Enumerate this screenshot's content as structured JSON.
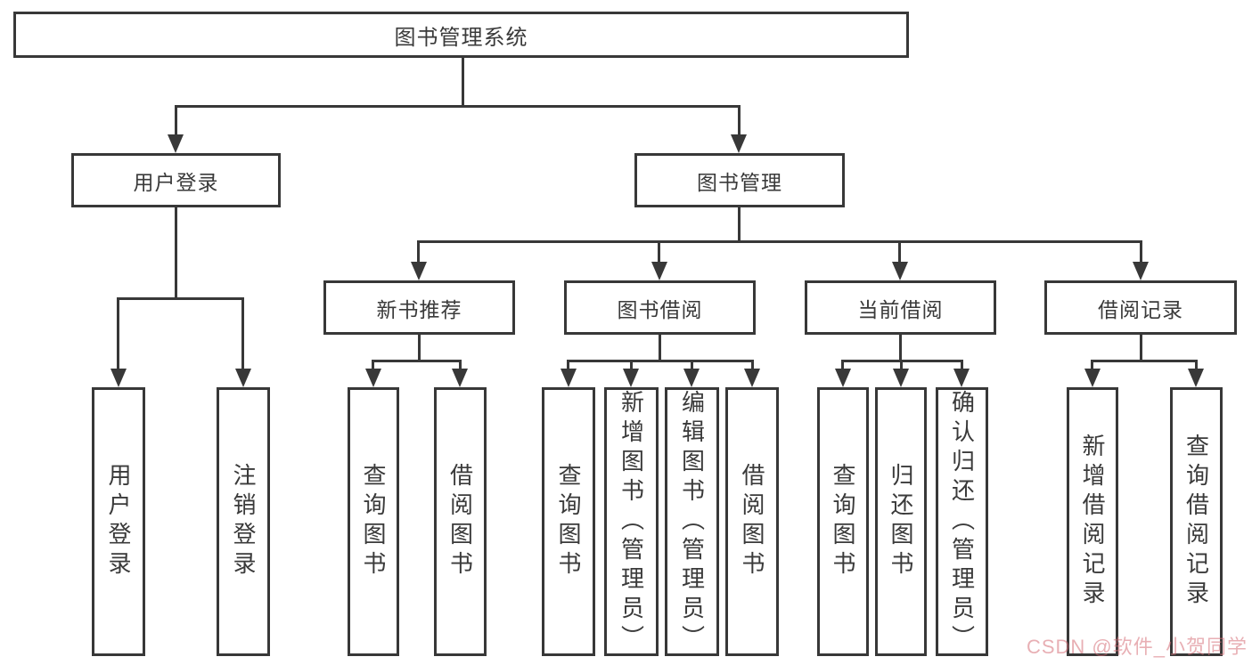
{
  "colors": {
    "line": "#383838",
    "text": "#3a3a3a",
    "background": "#ffffff",
    "watermark": "#e3a7ac"
  },
  "tree": {
    "root": "图书管理系统",
    "level1": [
      {
        "label": "用户登录",
        "children": [
          "用户登录",
          "注销登录"
        ]
      },
      {
        "label": "图书管理",
        "sections": [
          {
            "label": "新书推荐",
            "children": [
              "查询图书",
              "借阅图书"
            ]
          },
          {
            "label": "图书借阅",
            "children": [
              "查询图书",
              "新增图书（管理员）",
              "编辑图书（管理员）",
              "借阅图书"
            ]
          },
          {
            "label": "当前借阅",
            "children": [
              "查询图书",
              "归还图书",
              "确认归还（管理员）"
            ]
          },
          {
            "label": "借阅记录",
            "children": [
              "新增借阅记录",
              "查询借阅记录"
            ]
          }
        ]
      }
    ]
  },
  "watermark": "CSDN @软件_小贺同学"
}
